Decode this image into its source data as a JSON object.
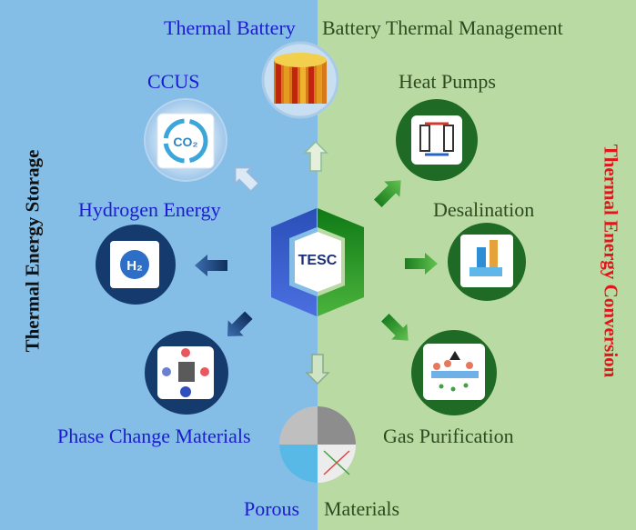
{
  "center": {
    "label": "TESC"
  },
  "top": {
    "left_label": "Thermal Battery",
    "right_label": "Battery Thermal Management"
  },
  "bottom": {
    "left_label": "Porous",
    "right_label": "Materials"
  },
  "left_side": {
    "title": "Thermal Energy Storage",
    "nodes": [
      {
        "label": "CCUS",
        "icon_text": "CO₂"
      },
      {
        "label": "Hydrogen Energy",
        "icon_text": "H₂"
      },
      {
        "label": "Phase Change Materials"
      }
    ]
  },
  "right_side": {
    "title": "Thermal Energy Conversion",
    "nodes": [
      {
        "label": "Heat Pumps"
      },
      {
        "label": "Desalination"
      },
      {
        "label": "Gas Purification"
      }
    ]
  },
  "colors": {
    "left_bg": "#84bde6",
    "right_bg": "#b9dba3",
    "blue_label": "#1d1ccf",
    "green_label": "#2f4a1f",
    "title_red": "#e3141b",
    "navy": "#143a6e",
    "green": "#1f7a23"
  }
}
